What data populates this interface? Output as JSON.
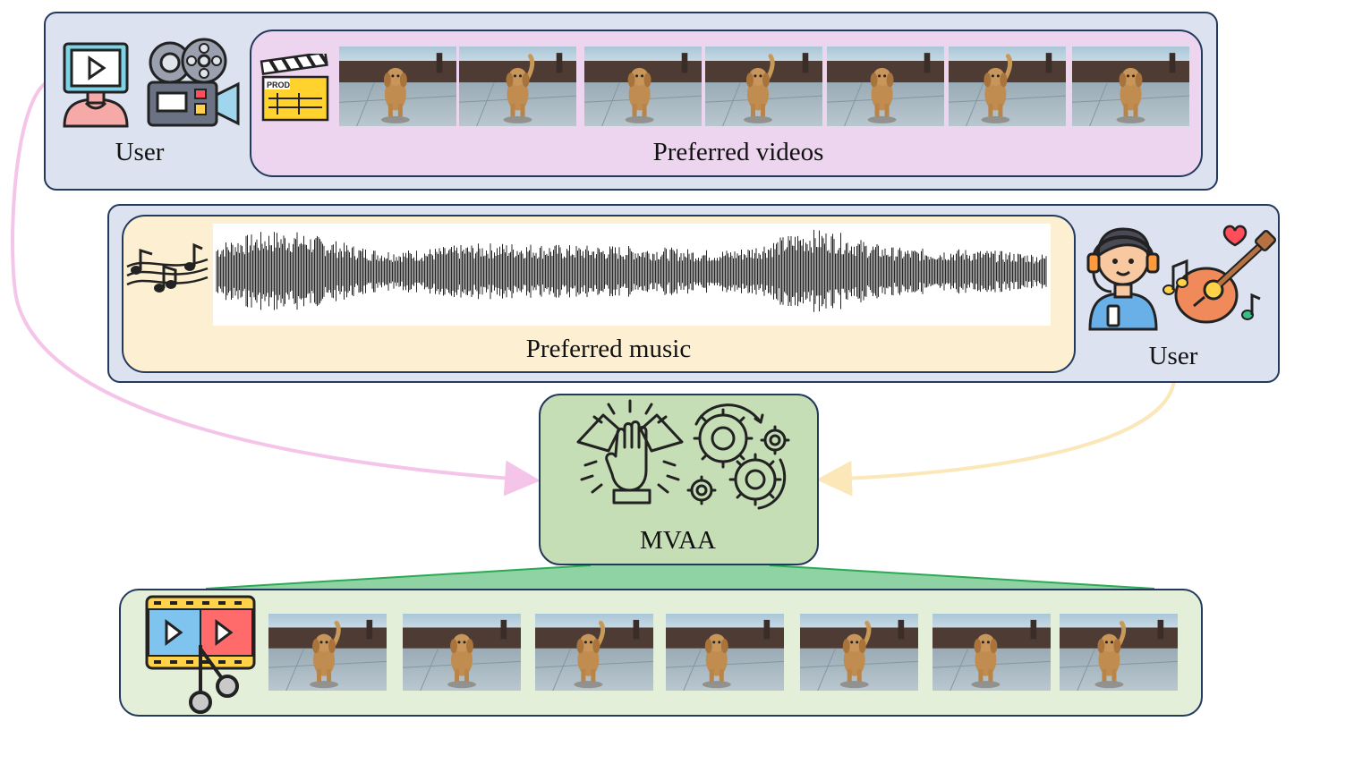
{
  "top_panel": {
    "user_label": "User",
    "videos_label": "Preferred videos",
    "clapper_text": "PROD",
    "frame_count": 7
  },
  "middle_panel": {
    "music_label": "Preferred music",
    "user_label": "User"
  },
  "center_box": {
    "label": "MVAA"
  },
  "output_panel": {
    "frame_count": 7
  },
  "colors": {
    "outer_panel": "#dde2f1",
    "videos_panel": "#eed5ef",
    "music_panel": "#fdf0d2",
    "center_box": "#c6deb5",
    "output_panel": "#e3efd9",
    "funnel": "#8fd3a4",
    "pink_arrow": "#f4c5e9",
    "yellow_arrow": "#fbe7b8",
    "border": "#243a5c"
  }
}
